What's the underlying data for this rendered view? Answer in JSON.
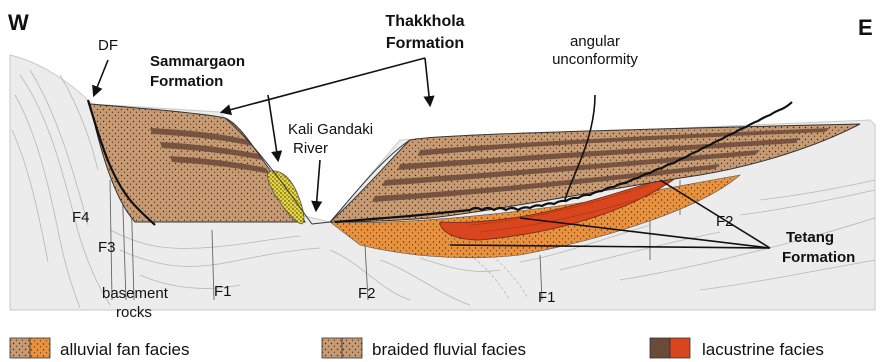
{
  "directions": {
    "west": "W",
    "east": "E"
  },
  "labels": {
    "df": "DF",
    "thakkhola_l1": "Thakkhola",
    "thakkhola_l2": "Formation",
    "sammargaon_l1": "Sammargaon",
    "sammargaon_l2": "Formation",
    "angular_l1": "angular",
    "angular_l2": "unconformity",
    "kali_l1": "Kali Gandaki",
    "kali_l2": "River",
    "f4": "F4",
    "f3": "F3",
    "f2_right": "F2",
    "tetang_l1": "Tetang",
    "tetang_l2": "Formation",
    "basement_l1": "basement",
    "basement_l2": "rocks",
    "f1_left": "F1",
    "f2_center": "F2",
    "f1_right": "F1"
  },
  "legend": {
    "items": [
      {
        "label": "alluvial fan facies"
      },
      {
        "label": "braided fluvial facies"
      },
      {
        "label": "lacustrine facies"
      }
    ]
  },
  "colors": {
    "alluvial_fan_orange": "#e8923e",
    "braided_fluvial_tan": "#c79a72",
    "lacustrine_brown": "#6b4a3a",
    "lacustrine_red": "#d9461e",
    "sammargaon_yellow": "#e8d53a",
    "basement_gray": "#ececec"
  }
}
